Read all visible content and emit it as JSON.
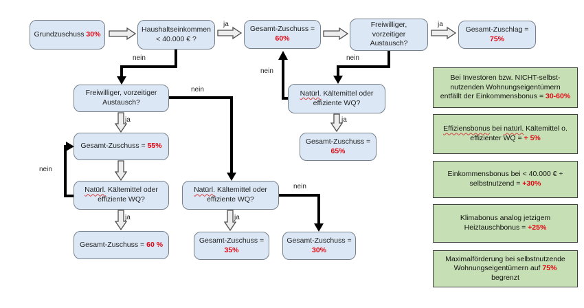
{
  "colors": {
    "red": "#e30613",
    "node_fill": "#dbe7f4",
    "node_border": "#75808c",
    "note_fill": "#c6dfb4",
    "note_border": "#3f3f3f",
    "line": "#000000",
    "text": "#1f1f1f"
  },
  "diagram": {
    "nodes": {
      "grundzuschuss": {
        "parts": [
          {
            "t": "Grundzuschuss "
          },
          {
            "t": "30%",
            "red": true
          }
        ]
      },
      "haushaltseinkommen": {
        "parts": [
          {
            "t": "Haushaltseinkommen\n< 40.000 € ?"
          }
        ]
      },
      "gesamt_zuschuss_60": {
        "parts": [
          {
            "t": "Gesamt-Zuschuss =\n"
          },
          {
            "t": "60%",
            "red": true
          }
        ]
      },
      "freiwilliger_austausch_top": {
        "parts": [
          {
            "t": "Freiwilliger,\nvorzeitiger\nAustausch?"
          }
        ]
      },
      "gesamt_zuschlag_75": {
        "parts": [
          {
            "t": "Gesamt-Zuschlag =\n"
          },
          {
            "t": "75%",
            "red": true
          }
        ]
      },
      "freiwilliger_austausch_left": {
        "parts": [
          {
            "t": "Freiwilliger, vorzeitiger\nAustausch?"
          }
        ]
      },
      "gesamt_zuschuss_55": {
        "parts": [
          {
            "t": "Gesamt-Zuschuss = "
          },
          {
            "t": "55%",
            "red": true
          }
        ]
      },
      "kaeltemittel_left": {
        "parts": [
          {
            "t": "Natürl.",
            "wavy": true
          },
          {
            "t": " Kältemittel oder\neffiziente WQ?"
          }
        ]
      },
      "gesamt_zuschuss_60_links": {
        "parts": [
          {
            "t": "Gesamt-Zuschuss = "
          },
          {
            "t": "60 %",
            "red": true
          }
        ]
      },
      "kaeltemittel_mid": {
        "parts": [
          {
            "t": "Natürl.",
            "wavy": true
          },
          {
            "t": " Kältemittel oder\neffiziente WQ?"
          }
        ]
      },
      "gesamt_zuschuss_35": {
        "parts": [
          {
            "t": "Gesamt-Zuschuss =\n"
          },
          {
            "t": "35%",
            "red": true
          }
        ]
      },
      "gesamt_zuschuss_30": {
        "parts": [
          {
            "t": "Gesamt-Zuschuss =\n"
          },
          {
            "t": "30%",
            "red": true
          }
        ]
      },
      "kaeltemittel_right": {
        "parts": [
          {
            "t": "Natürl.",
            "wavy": true
          },
          {
            "t": " Kältemittel oder\neffiziente WQ?"
          }
        ]
      },
      "gesamt_zuschuss_65": {
        "parts": [
          {
            "t": "Gesamt-Zuschuss =\n"
          },
          {
            "t": "65%",
            "red": true
          }
        ]
      }
    },
    "edge_labels": {
      "einkommen_ja": "ja",
      "einkommen_nein": "nein",
      "austausch_top_ja": "ja",
      "austausch_top_nein": "nein",
      "kaeltemittel_right_nein": "nein",
      "kaeltemittel_right_ja": "ja",
      "austausch_left_ja": "ja",
      "austausch_left_nein": "nein",
      "kaeltemittel_left_nein": "nein",
      "kaeltemittel_left_ja": "ja",
      "kaeltemittel_mid_ja": "ja",
      "kaeltemittel_mid_nein": "nein"
    }
  },
  "notes": [
    {
      "parts": [
        {
          "t": "Bei Investoren bzw. NICHT-selbst-\nnutzenden Wohnungseigentümern\nentfällt der Einkommensbonus = "
        },
        {
          "t": "30-60%",
          "red": true
        }
      ]
    },
    {
      "parts": [
        {
          "t": "Effiziensbonus",
          "wavy": true
        },
        {
          "t": " bei "
        },
        {
          "t": "natürl.",
          "wavy": true
        },
        {
          "t": " Kältemittel o.\neffizienter WQ = "
        },
        {
          "t": "+ 5%",
          "red": true
        }
      ]
    },
    {
      "parts": [
        {
          "t": "Einkommensbonus bei < 40.000 € +\nselbstnutzend = "
        },
        {
          "t": "+30%",
          "red": true
        }
      ]
    },
    {
      "parts": [
        {
          "t": "Klimabonus analog jetzigem\nHeiztauschbonus = "
        },
        {
          "t": "+25%",
          "red": true
        }
      ]
    },
    {
      "parts": [
        {
          "t": "Maximalförderung bei selbstnutzende\nWohnungseigentümern auf "
        },
        {
          "t": "75%",
          "red": true
        },
        {
          "t": "\nbegrenzt"
        }
      ]
    }
  ]
}
